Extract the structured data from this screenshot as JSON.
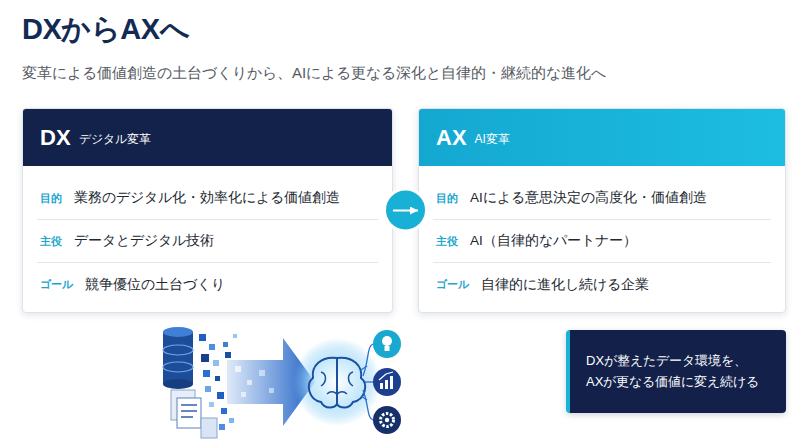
{
  "diagram": {
    "title": "DXからAXへ",
    "nodes": [
      {
        "text": [
          "DX",
          "デジタル変革",
          "目的",
          "業務のデジタル化・効率化による価値創造",
          "主役",
          "データとデジタル技術",
          "ゴール",
          "競争優位の土台づくり"
        ]
      },
      {
        "text": [
          "AX",
          "AI変革",
          "目的",
          "AIによる意思決定の高度化・価値創造",
          "主役",
          "AI（自律的なパートナー）",
          "ゴール",
          "自律的に進化し続ける企業"
        ]
      },
      {
        "text": [
          "DXが整えたデータ環境を、 AXが更なる価値に変え続ける"
        ]
      }
    ],
    "edges": [
      {
        "from": 0,
        "to": 1,
        "arrow": "to"
      }
    ],
    "labels": [
      "変革による価値創造の土台づくりから、AIによる更なる深化と自律的・継続的な進化へ"
    ]
  }
}
